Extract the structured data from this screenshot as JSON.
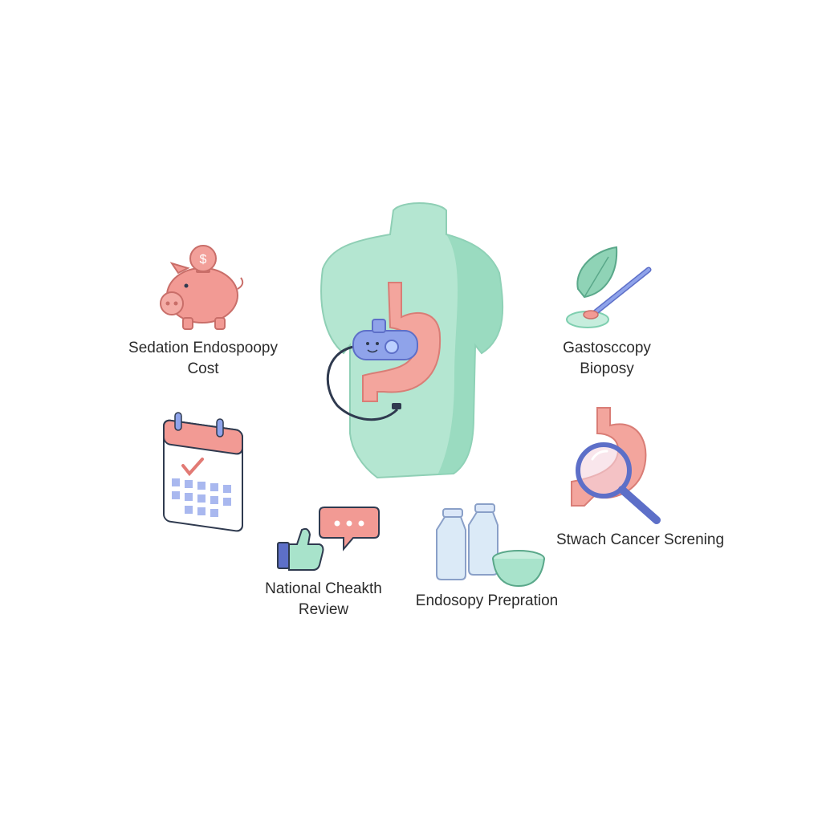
{
  "labels": {
    "sedation": [
      "Sedation Endospoopy",
      "Cost"
    ],
    "biopsy": [
      "Gastoscсopy",
      "Bioposy"
    ],
    "stomach_cancer": [
      "Stwach Cancer Screning"
    ],
    "national_review": [
      "National Cheakth",
      "Review"
    ],
    "preparation": [
      "Endosopy Prepration"
    ]
  },
  "icons": {
    "center": "torso-stomach-endoscope-icon",
    "sedation": "piggy-bank-icon",
    "biopsy": "biopsy-tool-icon",
    "calendar": "calendar-icon",
    "stomach_cancer": "stomach-magnifier-icon",
    "national_review": "thumbs-up-chat-icon",
    "preparation": "vials-bowl-icon"
  },
  "colors": {
    "mint": "#a8e3cb",
    "mint_dark": "#7fcfb0",
    "coral": "#f29a94",
    "coral_dark": "#e27a74",
    "periwinkle": "#8fa3ea",
    "periwinkle_dark": "#5d6fc8",
    "outline": "#2f3a4f"
  }
}
